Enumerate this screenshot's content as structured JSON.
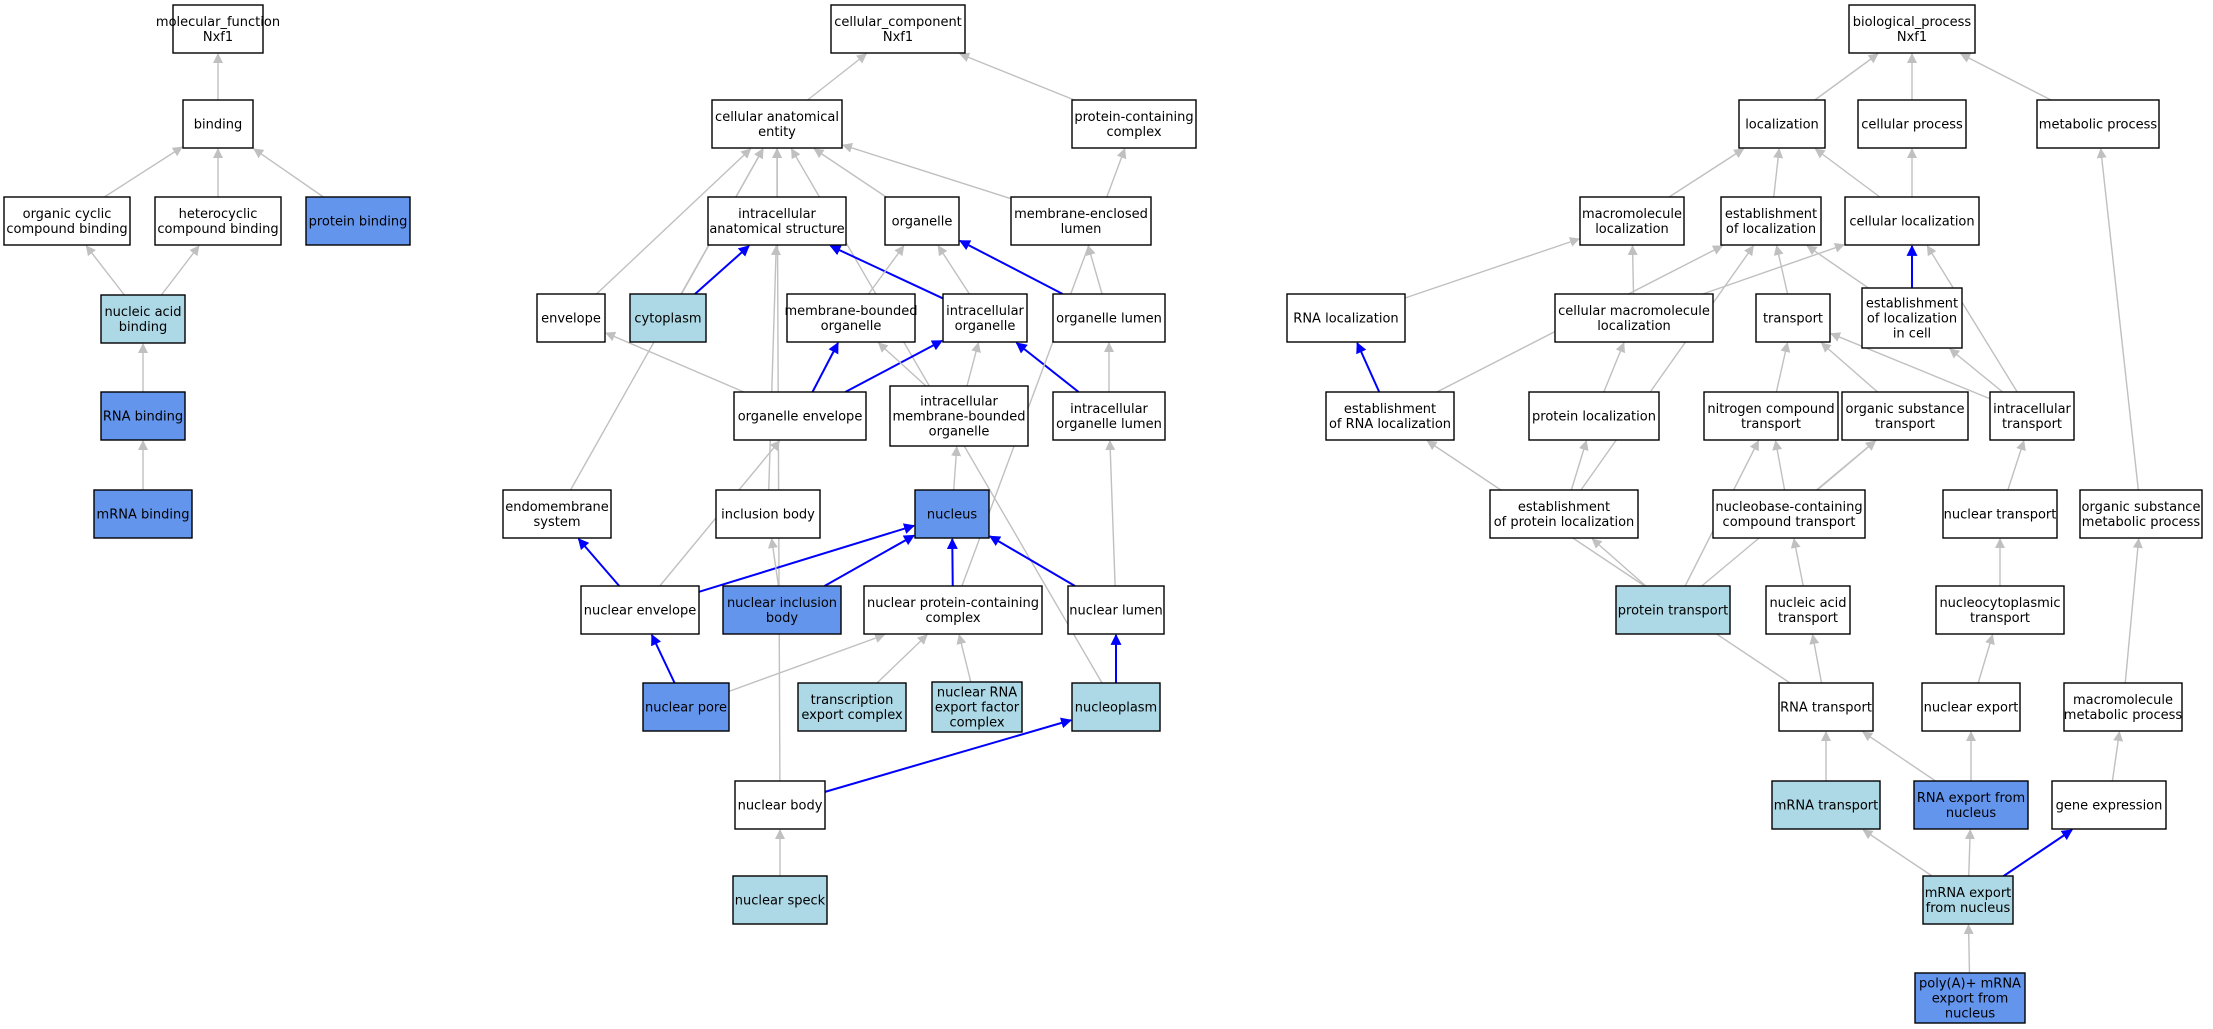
{
  "colors": {
    "plain": "#ffffff",
    "light": "#add8e6",
    "dark": "#6495ed",
    "edge_gray": "#c0c0c0",
    "edge_blue": "#0000ff",
    "border": "#000000"
  },
  "legend_note": "Node fill: white = ancestor term, light blue = related term, cornflower blue = annotated term; blue edges = highlighted path",
  "nodes": [
    {
      "id": "mf",
      "lines": [
        "molecular_function",
        "Nxf1"
      ],
      "style": "plain"
    },
    {
      "id": "binding",
      "lines": [
        "binding"
      ],
      "style": "plain"
    },
    {
      "id": "ocb",
      "lines": [
        "organic cyclic",
        "compound binding"
      ],
      "style": "plain"
    },
    {
      "id": "hcb",
      "lines": [
        "heterocyclic",
        "compound binding"
      ],
      "style": "plain"
    },
    {
      "id": "pb",
      "lines": [
        "protein binding"
      ],
      "style": "dark"
    },
    {
      "id": "nab",
      "lines": [
        "nucleic acid",
        "binding"
      ],
      "style": "light"
    },
    {
      "id": "rnab",
      "lines": [
        "RNA binding"
      ],
      "style": "dark"
    },
    {
      "id": "mrnab",
      "lines": [
        "mRNA binding"
      ],
      "style": "dark"
    },
    {
      "id": "cc",
      "lines": [
        "cellular_component",
        "Nxf1"
      ],
      "style": "plain"
    },
    {
      "id": "cae",
      "lines": [
        "cellular anatomical",
        "entity"
      ],
      "style": "plain"
    },
    {
      "id": "pcc",
      "lines": [
        "protein-containing",
        "complex"
      ],
      "style": "plain"
    },
    {
      "id": "ias",
      "lines": [
        "intracellular",
        "anatomical structure"
      ],
      "style": "plain"
    },
    {
      "id": "organelle",
      "lines": [
        "organelle"
      ],
      "style": "plain"
    },
    {
      "id": "mel",
      "lines": [
        "membrane-enclosed",
        "lumen"
      ],
      "style": "plain"
    },
    {
      "id": "envelope",
      "lines": [
        "envelope"
      ],
      "style": "plain"
    },
    {
      "id": "cytoplasm",
      "lines": [
        "cytoplasm"
      ],
      "style": "light"
    },
    {
      "id": "mbo",
      "lines": [
        "membrane-bounded",
        "organelle"
      ],
      "style": "plain"
    },
    {
      "id": "io",
      "lines": [
        "intracellular",
        "organelle"
      ],
      "style": "plain"
    },
    {
      "id": "ol",
      "lines": [
        "organelle lumen"
      ],
      "style": "plain"
    },
    {
      "id": "oe",
      "lines": [
        "organelle envelope"
      ],
      "style": "plain"
    },
    {
      "id": "imbo",
      "lines": [
        "intracellular",
        "membrane-bounded",
        "organelle"
      ],
      "style": "plain"
    },
    {
      "id": "iol",
      "lines": [
        "intracellular",
        "organelle lumen"
      ],
      "style": "plain"
    },
    {
      "id": "ems",
      "lines": [
        "endomembrane",
        "system"
      ],
      "style": "plain"
    },
    {
      "id": "ib",
      "lines": [
        "inclusion body"
      ],
      "style": "plain"
    },
    {
      "id": "nucleus",
      "lines": [
        "nucleus"
      ],
      "style": "dark"
    },
    {
      "id": "ne",
      "lines": [
        "nuclear envelope"
      ],
      "style": "plain"
    },
    {
      "id": "nib",
      "lines": [
        "nuclear inclusion",
        "body"
      ],
      "style": "dark"
    },
    {
      "id": "npcc",
      "lines": [
        "nuclear protein-containing",
        "complex"
      ],
      "style": "plain"
    },
    {
      "id": "nl",
      "lines": [
        "nuclear lumen"
      ],
      "style": "plain"
    },
    {
      "id": "np",
      "lines": [
        "nuclear pore"
      ],
      "style": "dark"
    },
    {
      "id": "tec",
      "lines": [
        "transcription",
        "export complex"
      ],
      "style": "light"
    },
    {
      "id": "nrefc",
      "lines": [
        "nuclear RNA",
        "export factor",
        "complex"
      ],
      "style": "light"
    },
    {
      "id": "nucleoplasm",
      "lines": [
        "nucleoplasm"
      ],
      "style": "light"
    },
    {
      "id": "nb",
      "lines": [
        "nuclear body"
      ],
      "style": "plain"
    },
    {
      "id": "ns",
      "lines": [
        "nuclear speck"
      ],
      "style": "light"
    },
    {
      "id": "bp",
      "lines": [
        "biological_process",
        "Nxf1"
      ],
      "style": "plain"
    },
    {
      "id": "loc",
      "lines": [
        "localization"
      ],
      "style": "plain"
    },
    {
      "id": "cp",
      "lines": [
        "cellular process"
      ],
      "style": "plain"
    },
    {
      "id": "mp",
      "lines": [
        "metabolic process"
      ],
      "style": "plain"
    },
    {
      "id": "mml",
      "lines": [
        "macromolecule",
        "localization"
      ],
      "style": "plain"
    },
    {
      "id": "eol",
      "lines": [
        "establishment",
        "of localization"
      ],
      "style": "plain"
    },
    {
      "id": "cl",
      "lines": [
        "cellular localization"
      ],
      "style": "plain"
    },
    {
      "id": "rnaloc",
      "lines": [
        "RNA localization"
      ],
      "style": "plain"
    },
    {
      "id": "cmml",
      "lines": [
        "cellular macromolecule",
        "localization"
      ],
      "style": "plain"
    },
    {
      "id": "transport",
      "lines": [
        "transport"
      ],
      "style": "plain"
    },
    {
      "id": "eolc",
      "lines": [
        "establishment",
        "of localization",
        "in cell"
      ],
      "style": "plain"
    },
    {
      "id": "erl",
      "lines": [
        "establishment",
        "of RNA localization"
      ],
      "style": "plain"
    },
    {
      "id": "ploc",
      "lines": [
        "protein localization"
      ],
      "style": "plain"
    },
    {
      "id": "nct",
      "lines": [
        "nitrogen compound",
        "transport"
      ],
      "style": "plain"
    },
    {
      "id": "ost",
      "lines": [
        "organic substance",
        "transport"
      ],
      "style": "plain"
    },
    {
      "id": "it",
      "lines": [
        "intracellular",
        "transport"
      ],
      "style": "plain"
    },
    {
      "id": "epl",
      "lines": [
        "establishment",
        "of protein localization"
      ],
      "style": "plain"
    },
    {
      "id": "nbcct",
      "lines": [
        "nucleobase-containing",
        "compound transport"
      ],
      "style": "plain"
    },
    {
      "id": "nt",
      "lines": [
        "nuclear transport"
      ],
      "style": "plain"
    },
    {
      "id": "osmp",
      "lines": [
        "organic substance",
        "metabolic process"
      ],
      "style": "plain"
    },
    {
      "id": "pt",
      "lines": [
        "protein transport"
      ],
      "style": "light"
    },
    {
      "id": "nat",
      "lines": [
        "nucleic acid",
        "transport"
      ],
      "style": "plain"
    },
    {
      "id": "ncyt",
      "lines": [
        "nucleocytoplasmic",
        "transport"
      ],
      "style": "plain"
    },
    {
      "id": "rnat",
      "lines": [
        "RNA transport"
      ],
      "style": "plain"
    },
    {
      "id": "nexp",
      "lines": [
        "nuclear export"
      ],
      "style": "plain"
    },
    {
      "id": "mmmp",
      "lines": [
        "macromolecule",
        "metabolic process"
      ],
      "style": "plain"
    },
    {
      "id": "mrnat",
      "lines": [
        "mRNA transport"
      ],
      "style": "light"
    },
    {
      "id": "renu",
      "lines": [
        "RNA export from",
        "nucleus"
      ],
      "style": "dark"
    },
    {
      "id": "ge",
      "lines": [
        "gene expression"
      ],
      "style": "plain"
    },
    {
      "id": "menu",
      "lines": [
        "mRNA export",
        "from nucleus"
      ],
      "style": "light"
    },
    {
      "id": "pamenu",
      "lines": [
        "poly(A)+ mRNA",
        "export from",
        "nucleus"
      ],
      "style": "dark"
    }
  ],
  "edges": [
    [
      "binding",
      "mf",
      "gray"
    ],
    [
      "ocb",
      "binding",
      "gray"
    ],
    [
      "hcb",
      "binding",
      "gray"
    ],
    [
      "pb",
      "binding",
      "gray"
    ],
    [
      "nab",
      "ocb",
      "gray"
    ],
    [
      "nab",
      "hcb",
      "gray"
    ],
    [
      "rnab",
      "nab",
      "gray"
    ],
    [
      "mrnab",
      "rnab",
      "gray"
    ],
    [
      "cae",
      "cc",
      "gray"
    ],
    [
      "pcc",
      "cc",
      "gray"
    ],
    [
      "ias",
      "cae",
      "gray"
    ],
    [
      "organelle",
      "cae",
      "gray"
    ],
    [
      "mel",
      "cae",
      "gray"
    ],
    [
      "envelope",
      "cae",
      "gray"
    ],
    [
      "cytoplasm",
      "cae",
      "gray"
    ],
    [
      "ems",
      "cae",
      "gray"
    ],
    [
      "nb",
      "cae",
      "gray"
    ],
    [
      "nucleoplasm",
      "cae",
      "gray"
    ],
    [
      "cytoplasm",
      "ias",
      "blue"
    ],
    [
      "io",
      "ias",
      "blue"
    ],
    [
      "ib",
      "ias",
      "gray"
    ],
    [
      "mbo",
      "organelle",
      "gray"
    ],
    [
      "io",
      "organelle",
      "gray"
    ],
    [
      "ol",
      "organelle",
      "blue"
    ],
    [
      "ol",
      "mel",
      "gray"
    ],
    [
      "oe",
      "envelope",
      "gray"
    ],
    [
      "oe",
      "mbo",
      "blue"
    ],
    [
      "oe",
      "io",
      "blue"
    ],
    [
      "imbo",
      "mbo",
      "gray"
    ],
    [
      "imbo",
      "io",
      "gray"
    ],
    [
      "iol",
      "io",
      "blue"
    ],
    [
      "iol",
      "ol",
      "gray"
    ],
    [
      "nucleus",
      "imbo",
      "gray"
    ],
    [
      "nl",
      "iol",
      "gray"
    ],
    [
      "ne",
      "ems",
      "blue"
    ],
    [
      "ne",
      "oe",
      "gray"
    ],
    [
      "ne",
      "nucleus",
      "blue"
    ],
    [
      "nib",
      "nucleus",
      "blue"
    ],
    [
      "nib",
      "ib",
      "gray"
    ],
    [
      "npcc",
      "nucleus",
      "blue"
    ],
    [
      "npcc",
      "pcc",
      "gray"
    ],
    [
      "nl",
      "nucleus",
      "blue"
    ],
    [
      "np",
      "ne",
      "blue"
    ],
    [
      "np",
      "npcc",
      "gray"
    ],
    [
      "tec",
      "npcc",
      "gray"
    ],
    [
      "nrefc",
      "npcc",
      "gray"
    ],
    [
      "nucleoplasm",
      "nl",
      "blue"
    ],
    [
      "nb",
      "nucleoplasm",
      "blue"
    ],
    [
      "ns",
      "nb",
      "gray"
    ],
    [
      "loc",
      "bp",
      "gray"
    ],
    [
      "cp",
      "bp",
      "gray"
    ],
    [
      "mp",
      "bp",
      "gray"
    ],
    [
      "mml",
      "loc",
      "gray"
    ],
    [
      "eol",
      "loc",
      "gray"
    ],
    [
      "cl",
      "loc",
      "gray"
    ],
    [
      "cl",
      "cp",
      "gray"
    ],
    [
      "rnaloc",
      "mml",
      "gray"
    ],
    [
      "cmml",
      "mml",
      "gray"
    ],
    [
      "cmml",
      "cl",
      "gray"
    ],
    [
      "transport",
      "eol",
      "gray"
    ],
    [
      "eolc",
      "eol",
      "gray"
    ],
    [
      "eolc",
      "cl",
      "blue"
    ],
    [
      "it",
      "cl",
      "gray"
    ],
    [
      "erl",
      "rnaloc",
      "blue"
    ],
    [
      "erl",
      "eol",
      "gray"
    ],
    [
      "epl",
      "eol",
      "gray"
    ],
    [
      "ploc",
      "cmml",
      "gray"
    ],
    [
      "nct",
      "transport",
      "gray"
    ],
    [
      "ost",
      "transport",
      "gray"
    ],
    [
      "it",
      "transport",
      "gray"
    ],
    [
      "it",
      "eolc",
      "gray"
    ],
    [
      "epl",
      "ploc",
      "gray"
    ],
    [
      "nbcct",
      "nct",
      "gray"
    ],
    [
      "nbcct",
      "ost",
      "gray"
    ],
    [
      "nt",
      "it",
      "gray"
    ],
    [
      "osmp",
      "mp",
      "gray"
    ],
    [
      "pt",
      "epl",
      "gray"
    ],
    [
      "pt",
      "nct",
      "gray"
    ],
    [
      "pt",
      "ost",
      "gray"
    ],
    [
      "nat",
      "nbcct",
      "gray"
    ],
    [
      "ncyt",
      "nt",
      "gray"
    ],
    [
      "rnat",
      "nat",
      "gray"
    ],
    [
      "rnat",
      "erl",
      "gray"
    ],
    [
      "nexp",
      "ncyt",
      "gray"
    ],
    [
      "mmmp",
      "osmp",
      "gray"
    ],
    [
      "mrnat",
      "rnat",
      "gray"
    ],
    [
      "renu",
      "rnat",
      "gray"
    ],
    [
      "renu",
      "nexp",
      "gray"
    ],
    [
      "ge",
      "mmmp",
      "gray"
    ],
    [
      "menu",
      "mrnat",
      "gray"
    ],
    [
      "menu",
      "renu",
      "gray"
    ],
    [
      "menu",
      "ge",
      "blue"
    ],
    [
      "pamenu",
      "menu",
      "gray"
    ]
  ]
}
